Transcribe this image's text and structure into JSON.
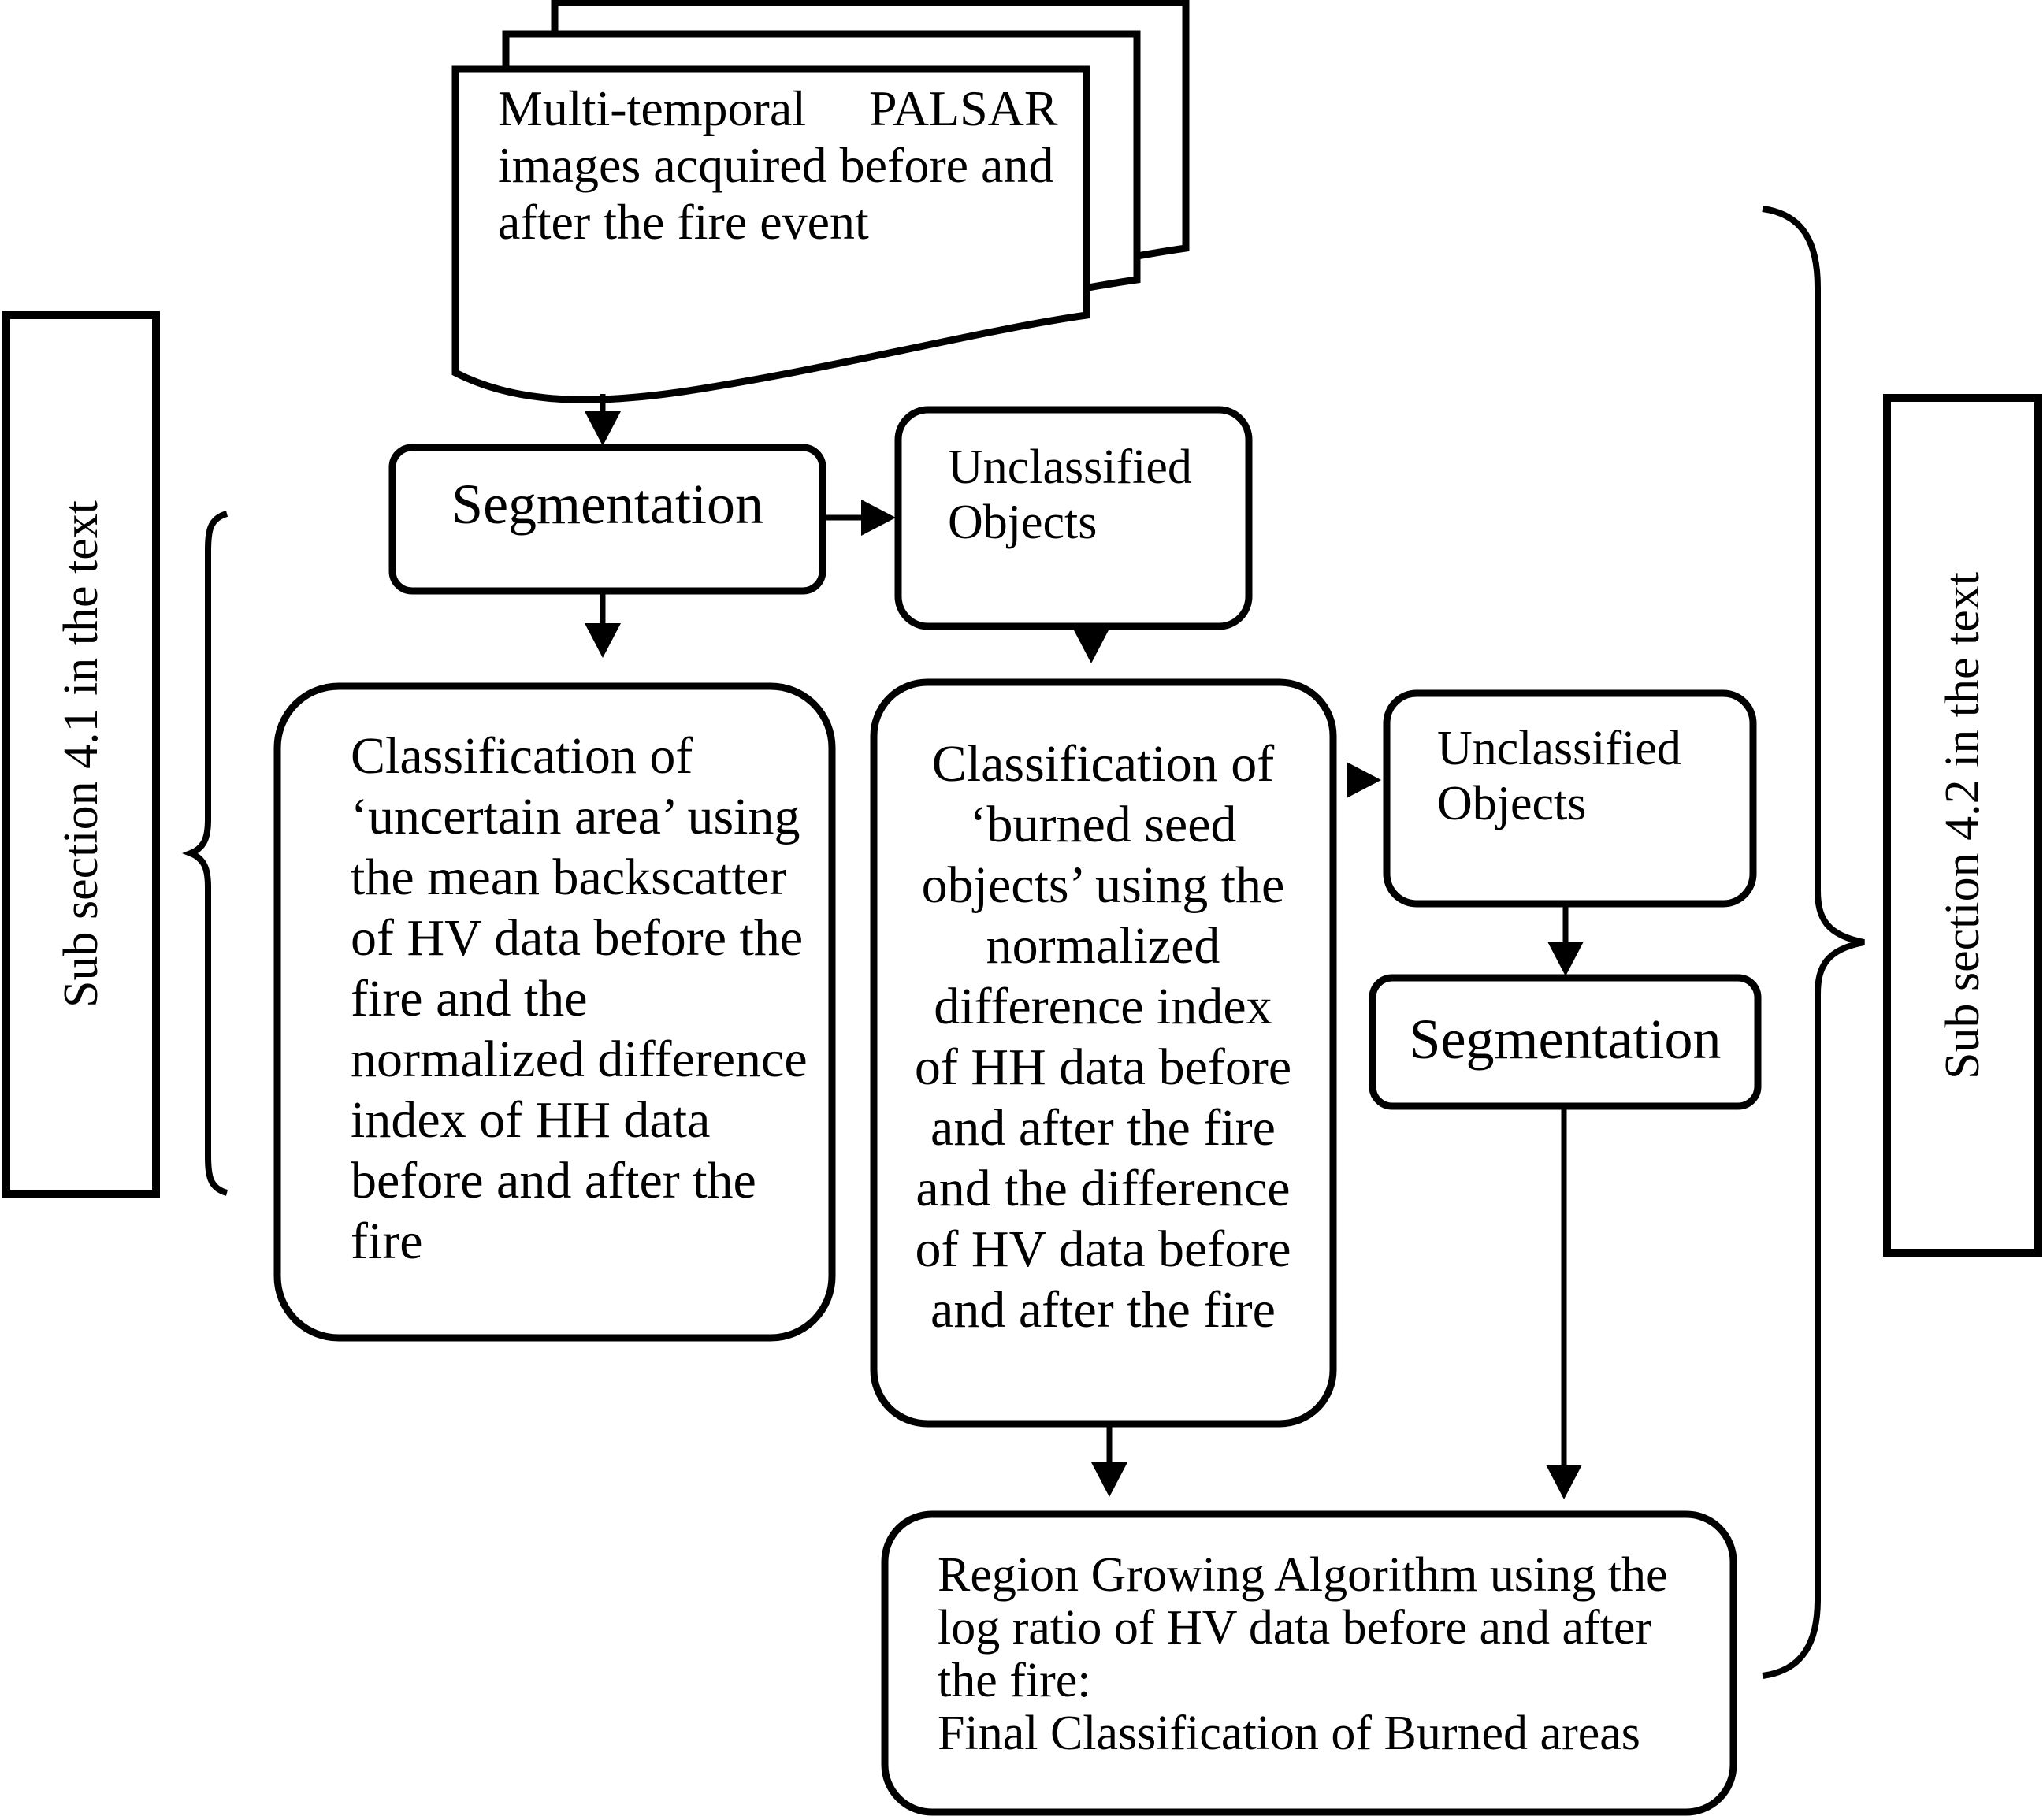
{
  "figure": {
    "type": "flowchart",
    "colors": {
      "ink": "#000000",
      "paper": "#ffffff"
    },
    "document": {
      "lines": [
        "Multi-temporal     PALSAR",
        "images acquired before and",
        "after the fire event"
      ]
    },
    "nodes": {
      "segmentation_left": {
        "label": "Segmentation"
      },
      "unclassified_top": {
        "lines": [
          "Unclassified",
          "Objects"
        ]
      },
      "uncertain_box": {
        "lines": [
          "Classification of",
          "‘uncertain area’ using",
          "the mean backscatter",
          "of HV data before the",
          "fire and the",
          "normalized difference",
          "index of HH data",
          "before and after the",
          "fire"
        ]
      },
      "burned_seed_box": {
        "lines": [
          "Classification of",
          "‘burned seed",
          "objects’ using the",
          "normalized",
          "difference index",
          "of HH data before",
          "and after the fire",
          "and the difference",
          "of HV data before",
          "and after the fire"
        ]
      },
      "unclassified_right": {
        "lines": [
          "Unclassified",
          "Objects"
        ]
      },
      "segmentation_right": {
        "label": "Segmentation"
      },
      "region_growing_box": {
        "lines": [
          "Region Growing Algorithm using the",
          "log ratio of HV data before and after",
          "the fire:",
          "Final Classification of Burned areas"
        ]
      }
    },
    "annotations": {
      "left_label": "Sub section 4.1 in the text",
      "right_label": "Sub section 4.2 in the text"
    }
  }
}
